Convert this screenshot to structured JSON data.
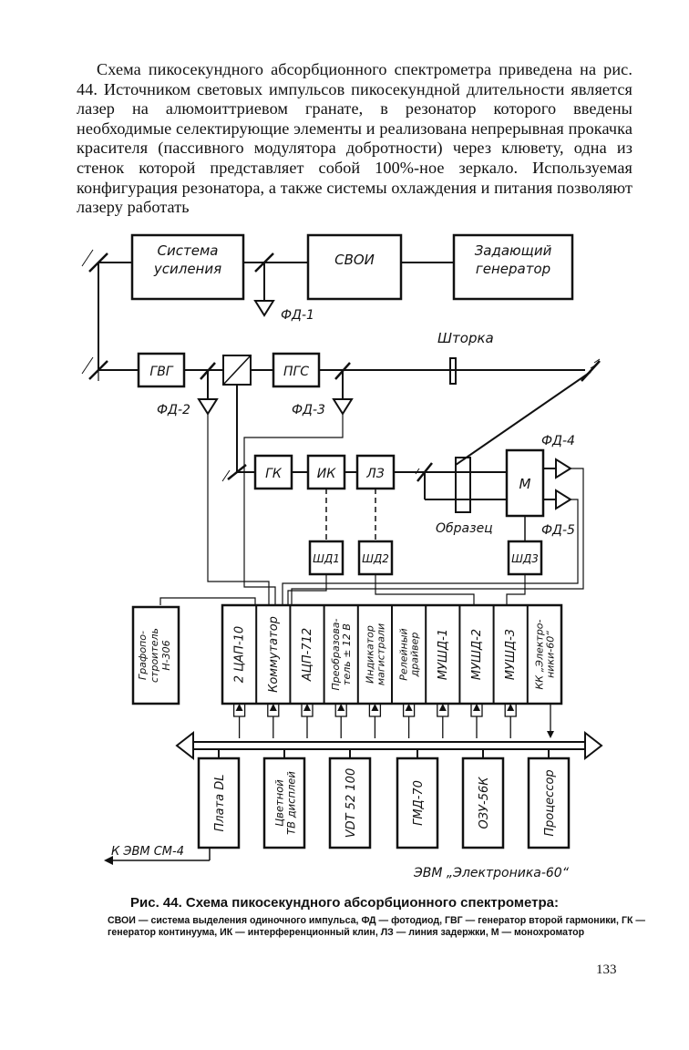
{
  "paragraph": "Схема пикосекундного абсорбционного спектрометра приведена на рис. 44. Источником световых импульсов пикосекундной длительности является лазер на алюмоиттриевом гранате, в резонатор которого введены необходимые селектирующие элементы и реализована непрерывная прокачка красителя (пассивного модулятора добротности) через клювету, одна из стенок которой представляет собой 100%-ное зеркало. Используемая конфигурация резонатора, а также системы охлаждения и питания позволяют лазеру работать",
  "diagram": {
    "system_amp_1": "Система",
    "system_amp_2": "усиления",
    "svoi": "СВОИ",
    "gen_1": "Задающий",
    "gen_2": "генератор",
    "fd1": "ФД-1",
    "shutter": "Шторка",
    "gvg": "ГВГ",
    "pgs": "ПГС",
    "fd2": "ФД-2",
    "fd3": "ФД-3",
    "fd4": "ФД-4",
    "fd5": "ФД-5",
    "gk": "ГК",
    "ik": "ИК",
    "lz": "ЛЗ",
    "m": "М",
    "sample": "Образец",
    "shd1": "ШД1",
    "shd2": "ШД2",
    "shd3": "ШД3",
    "plotter_1": "Графопо-",
    "plotter_2": "строитель",
    "plotter_3": "Н-306",
    "crate": [
      {
        "lines": [
          "2 ЦАП-10"
        ]
      },
      {
        "lines": [
          "Коммутатор"
        ]
      },
      {
        "lines": [
          "АЦП-712"
        ]
      },
      {
        "lines": [
          "Преобразова-",
          "тель ± 12 В"
        ]
      },
      {
        "lines": [
          "Индикатор",
          "магистрали"
        ]
      },
      {
        "lines": [
          "Релейный",
          "драйвер"
        ]
      },
      {
        "lines": [
          "МУШД-1"
        ]
      },
      {
        "lines": [
          "МУШД-2"
        ]
      },
      {
        "lines": [
          "МУШД-3"
        ]
      },
      {
        "lines": [
          "КК „Электро-",
          "ники-60“"
        ]
      }
    ],
    "computer": [
      {
        "lines": [
          "Плата DL"
        ]
      },
      {
        "lines": [
          "Цветной",
          "ТВ дисплей"
        ]
      },
      {
        "lines": [
          "VDT 52 100"
        ]
      },
      {
        "lines": [
          "ГМД-70"
        ]
      },
      {
        "lines": [
          "ОЗУ-56К"
        ]
      },
      {
        "lines": [
          "Процессор"
        ]
      }
    ],
    "to_sm4": "К ЭВМ СМ-4",
    "evm_label": "ЭВМ „Электроника-60“"
  },
  "caption": {
    "title": "Рис. 44. Схема пикосекундного абсорбционного спектрометра:",
    "legend": "СВОИ — система выделения одиночного импульса, ФД — фотодиод, ГВГ — генератор второй гармоники, ГК — генератор континуума, ИК — интерференционный клин, ЛЗ — линия задержки, М — монохроматор"
  },
  "page_number": "133"
}
